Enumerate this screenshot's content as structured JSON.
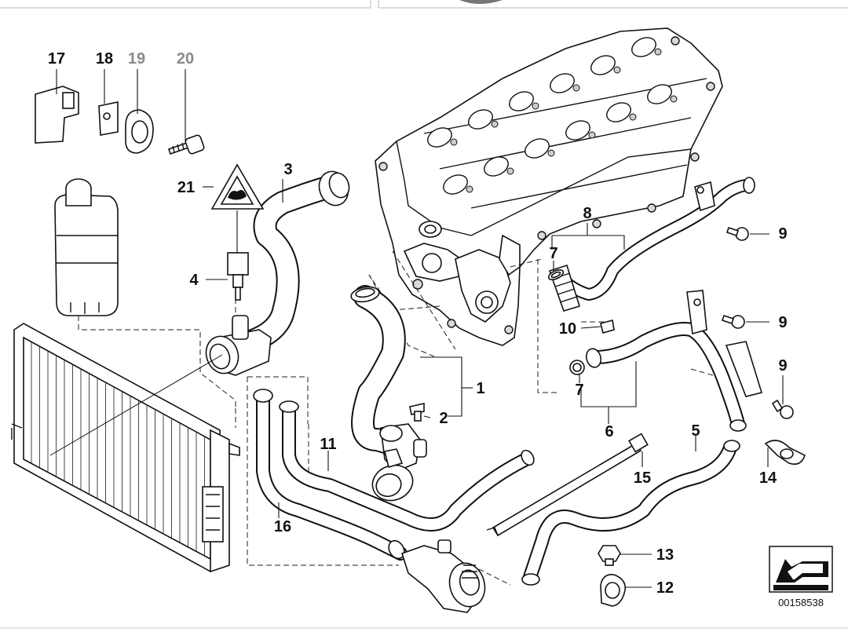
{
  "diagram": {
    "reference_number": "00158538",
    "callouts": [
      {
        "id": "c1",
        "label": "1"
      },
      {
        "id": "c2",
        "label": "2"
      },
      {
        "id": "c3",
        "label": "3"
      },
      {
        "id": "c4",
        "label": "4"
      },
      {
        "id": "c5",
        "label": "5"
      },
      {
        "id": "c6",
        "label": "6"
      },
      {
        "id": "c7a",
        "label": "7"
      },
      {
        "id": "c7b",
        "label": "7"
      },
      {
        "id": "c8",
        "label": "8"
      },
      {
        "id": "c9a",
        "label": "9"
      },
      {
        "id": "c9b",
        "label": "9"
      },
      {
        "id": "c9c",
        "label": "9"
      },
      {
        "id": "c10",
        "label": "10"
      },
      {
        "id": "c11",
        "label": "11"
      },
      {
        "id": "c12",
        "label": "12"
      },
      {
        "id": "c13",
        "label": "13"
      },
      {
        "id": "c14",
        "label": "14"
      },
      {
        "id": "c15",
        "label": "15"
      },
      {
        "id": "c16",
        "label": "16"
      },
      {
        "id": "c17",
        "label": "17"
      },
      {
        "id": "c18",
        "label": "18"
      },
      {
        "id": "c19",
        "label": "19"
      },
      {
        "id": "c20",
        "label": "20"
      },
      {
        "id": "c21",
        "label": "21"
      }
    ]
  }
}
